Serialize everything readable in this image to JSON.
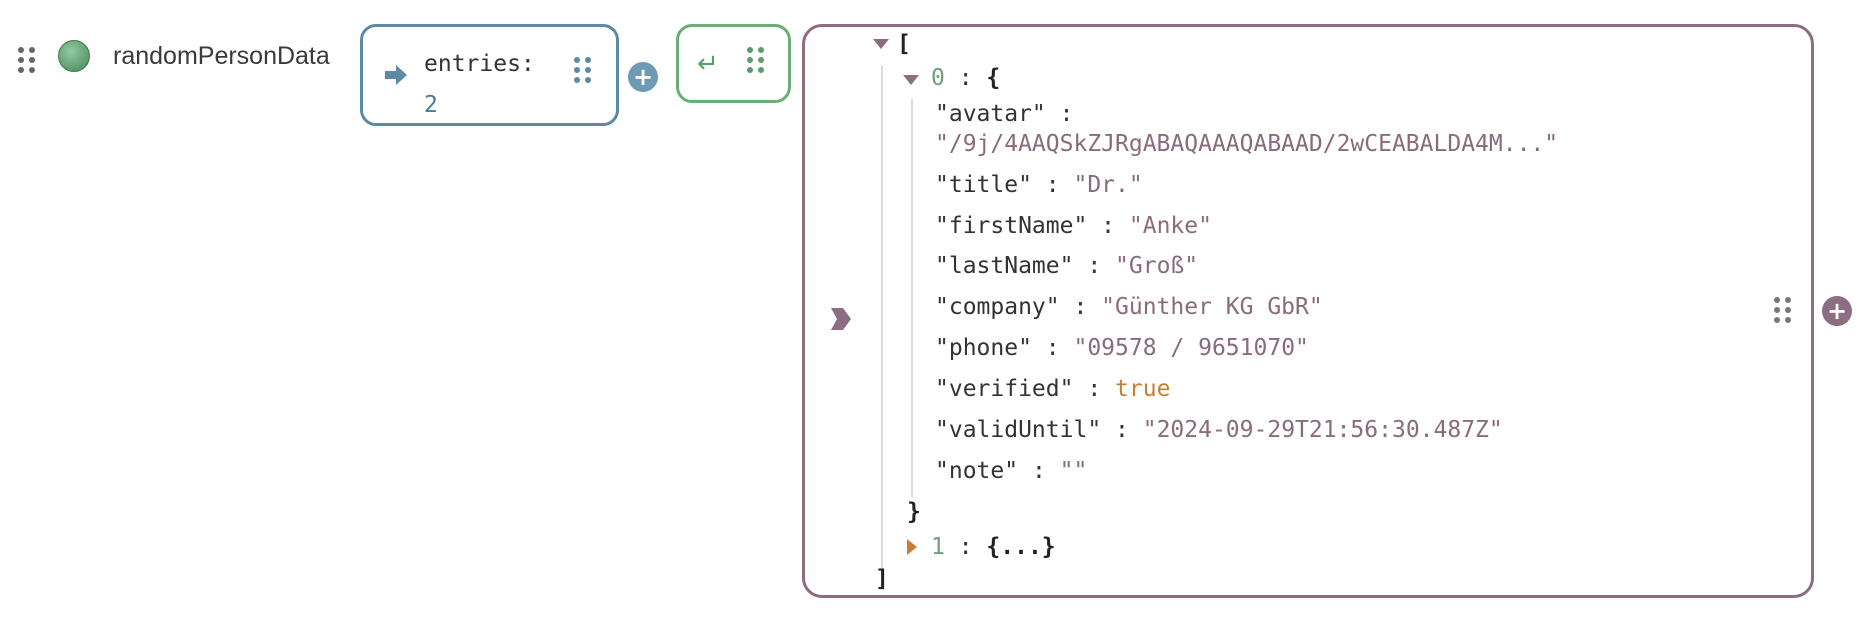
{
  "variable": {
    "name": "randomPersonData"
  },
  "entries_node": {
    "label": "entries:",
    "value": "2"
  },
  "return_node": {
    "icon": "return-arrow-icon",
    "symbol": "↵"
  },
  "add_button": {
    "symbol": "+"
  },
  "json": {
    "open_bracket": "[",
    "close_bracket": "]",
    "item0": {
      "index": "0",
      "sep": " : ",
      "open": "{",
      "close": "}",
      "fields": [
        {
          "key": "\"avatar\"",
          "sep": " : ",
          "value": "",
          "type": "str"
        },
        {
          "key": "\"title\"",
          "sep": " : ",
          "value": "\"Dr.\"",
          "type": "str"
        },
        {
          "key": "\"firstName\"",
          "sep": " : ",
          "value": "\"Anke\"",
          "type": "str"
        },
        {
          "key": "\"lastName\"",
          "sep": " : ",
          "value": "\"Groß\"",
          "type": "str"
        },
        {
          "key": "\"company\"",
          "sep": " : ",
          "value": "\"Günther KG GbR\"",
          "type": "str"
        },
        {
          "key": "\"phone\"",
          "sep": " : ",
          "value": "\"09578 / 9651070\"",
          "type": "str"
        },
        {
          "key": "\"verified\"",
          "sep": " : ",
          "value": "true",
          "type": "bool"
        },
        {
          "key": "\"validUntil\"",
          "sep": " : ",
          "value": "\"2024-09-29T21:56:30.487Z\"",
          "type": "str"
        },
        {
          "key": "\"note\"",
          "sep": " : ",
          "value": "\"\"",
          "type": "str"
        }
      ],
      "avatar_value": "\"/9j/4AAQSkZJRgABAQAAAQABAAD/2wCEABALDA4M...\""
    },
    "item1": {
      "index": "1",
      "sep": " : ",
      "collapsed": "{...}"
    }
  }
}
